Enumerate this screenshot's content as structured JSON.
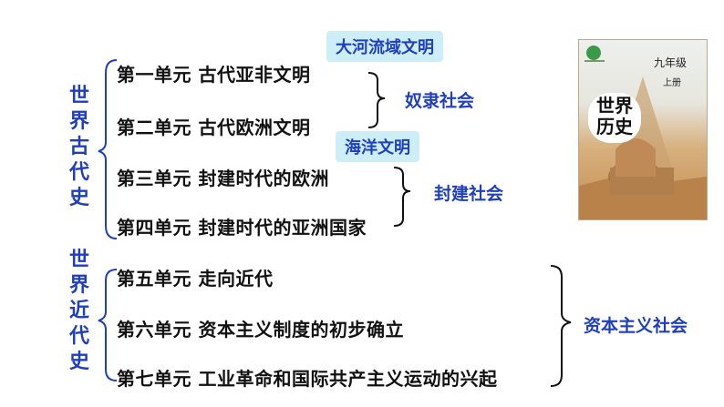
{
  "ancient": {
    "label": "世\n界\n古\n代\n史",
    "units": [
      "第一单元  古代亚非文明",
      "第二单元  古代欧洲文明",
      "第三单元  封建时代的欧洲",
      "第四单元  封建时代的亚洲国家"
    ],
    "tags": {
      "river": "大河流域文明",
      "ocean": "海洋文明"
    },
    "society_slave": "奴隶社会",
    "society_feudal": "封建社会"
  },
  "modern": {
    "label": "世\n界\n近\n代\n史",
    "units": [
      "第五单元  走向近代",
      "第六单元  资本主义制度的初步确立",
      "第七单元  工业革命和国际共产主义运动的兴起"
    ],
    "society_capitalist": "资本主义社会"
  },
  "book": {
    "grade": "九年级",
    "volume": "上册",
    "title": "世界\n历史"
  },
  "colors": {
    "accent": "#1f3fbf",
    "tag_bg": "#cdeef6",
    "text": "#111111"
  }
}
